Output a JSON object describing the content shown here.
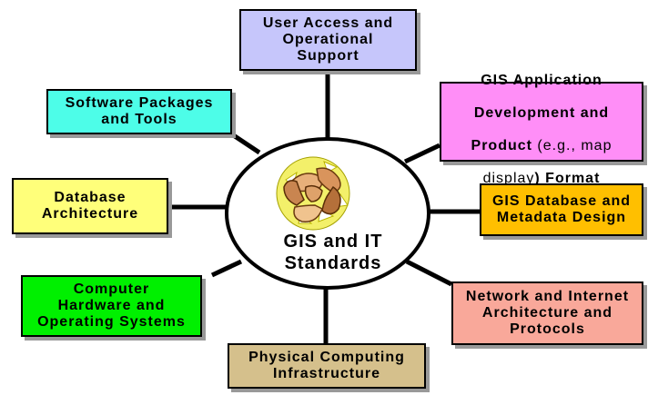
{
  "center": {
    "title": "GIS and IT\nStandards",
    "logo_icon": "joined-hands-globe-icon"
  },
  "boxes": {
    "user_access": {
      "label": "User Access and\nOperational\nSupport",
      "color": "#c6c6fb"
    },
    "software": {
      "label": "Software Packages\nand Tools",
      "color": "#4dfde8"
    },
    "gis_app": {
      "line1": "GIS Application",
      "line2": "Development and",
      "line3_bold": "Product",
      "line3_normal": " (e.g., map",
      "line4_normal": "display",
      "line4_bold": ") Format",
      "color": "#ff8ef7"
    },
    "database_arch": {
      "label": "Database\nArchitecture",
      "color": "#ffff7a"
    },
    "gis_db": {
      "label": "GIS Database and\nMetadata Design",
      "color": "#ffbf00"
    },
    "hardware": {
      "label": "Computer\nHardware and\nOperating Systems",
      "color": "#00f000"
    },
    "network": {
      "label": "Network and Internet\nArchitecture and\nProtocols",
      "color": "#f9a89a"
    },
    "physical": {
      "label": "Physical Computing\nInfrastructure",
      "color": "#d5c08c"
    }
  }
}
